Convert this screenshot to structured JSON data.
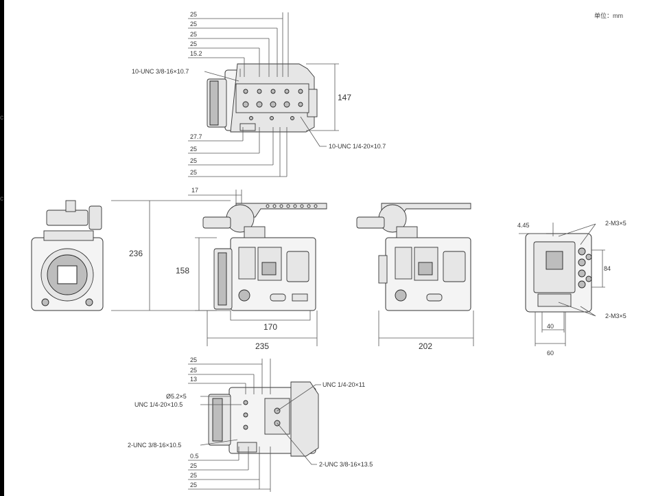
{
  "unit_label": "单位：mm",
  "edge_glyphs": [
    "c",
    "c"
  ],
  "top_view": {
    "upper_dims": [
      "25",
      "25",
      "25",
      "25",
      "15.2"
    ],
    "lower_dims": [
      "27.7",
      "25",
      "25",
      "25"
    ],
    "height_dim": "147",
    "callout_left": "10-UNC 3/8-16×10.7",
    "callout_right": "10-UNC 1/4-20×10.7"
  },
  "front_view": {},
  "side_view_left": {
    "dim_17": "17",
    "dim_236": "236",
    "dim_158": "158",
    "dim_170": "170",
    "dim_235": "235"
  },
  "side_view_right": {
    "dim_202": "202"
  },
  "rear_view": {
    "dim_445": "4.45",
    "dim_84": "84",
    "dim_40": "40",
    "dim_60": "60",
    "callout_top": "2-M3×5",
    "callout_bottom": "2-M3×5"
  },
  "bottom_view": {
    "upper_dims": [
      "25",
      "25",
      "13"
    ],
    "lower_dims": [
      "0.5",
      "25",
      "25",
      "25"
    ],
    "callout_phi": "Ø5.2×5",
    "callout_unc_left": "UNC 1/4-20×10.5",
    "callout_unc_right": "UNC 1/4-20×11",
    "callout_2unc_left": "2-UNC 3/8-16×10.5",
    "callout_2unc_right": "2-UNC 3/8-16×13.5"
  }
}
